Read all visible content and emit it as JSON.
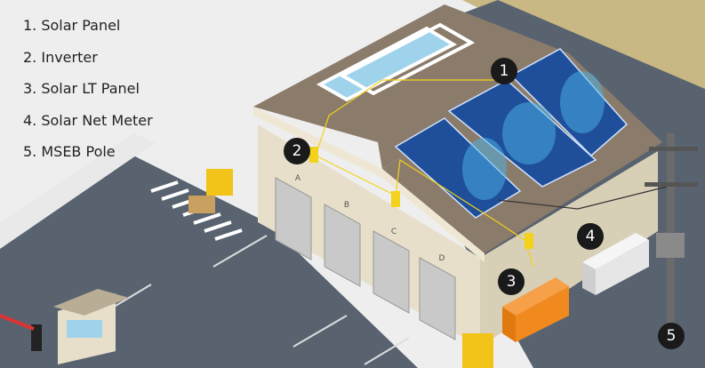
{
  "legend": [
    {
      "label": "1.  Solar Panel"
    },
    {
      "label": "2. Inverter"
    },
    {
      "label": "3. Solar LT Panel"
    },
    {
      "label": "4. Solar Net Meter"
    },
    {
      "label": "5. MSEB Pole"
    }
  ],
  "markers": [
    "1",
    "2",
    "3",
    "4",
    "5"
  ],
  "doors": [
    "A",
    "B",
    "C",
    "D"
  ],
  "colors": {
    "background": "#eeeeee",
    "ground": "#c9b784",
    "road": "#596370",
    "roof": "#8b7b6b",
    "wall": "#e7dfca",
    "panel": "#1f4f9a",
    "marker": "#1a1a1a",
    "lt_panel": "#f08a1e",
    "net_meter": "#e6e6e6"
  }
}
